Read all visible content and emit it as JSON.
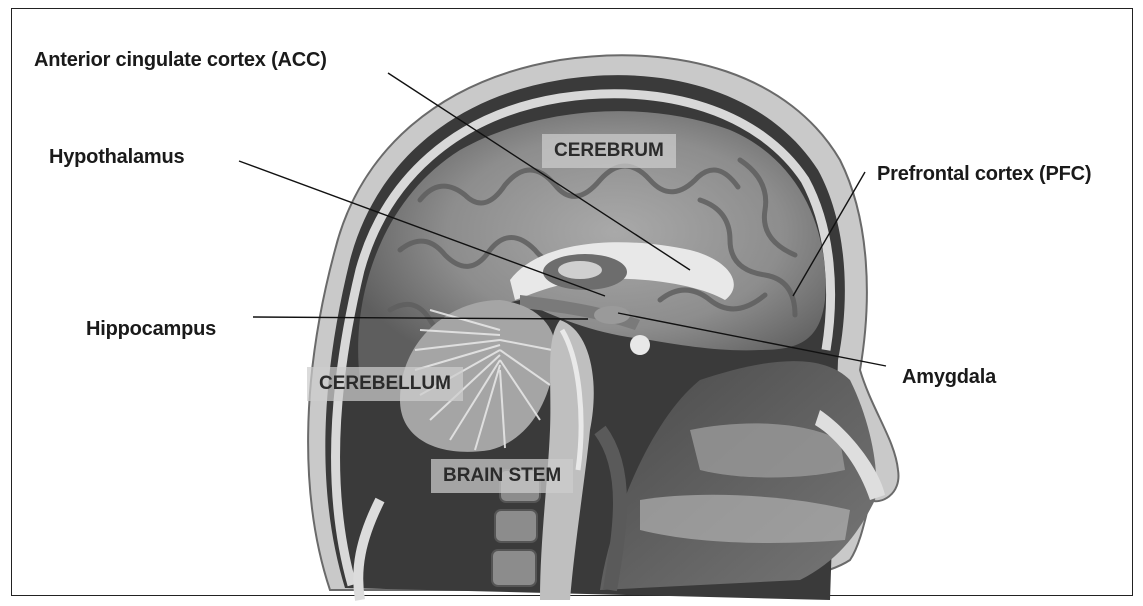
{
  "figure": {
    "labels": {
      "acc": "Anterior cingulate cortex (ACC)",
      "hypothalamus": "Hypothalamus",
      "hippocampus": "Hippocampus",
      "pfc": "Prefrontal cortex (PFC)",
      "amygdala": "Amygdala"
    },
    "regions": {
      "cerebrum": "CEREBRUM",
      "cerebellum": "CEREBELLUM",
      "brain_stem": "BRAIN STEM"
    }
  }
}
